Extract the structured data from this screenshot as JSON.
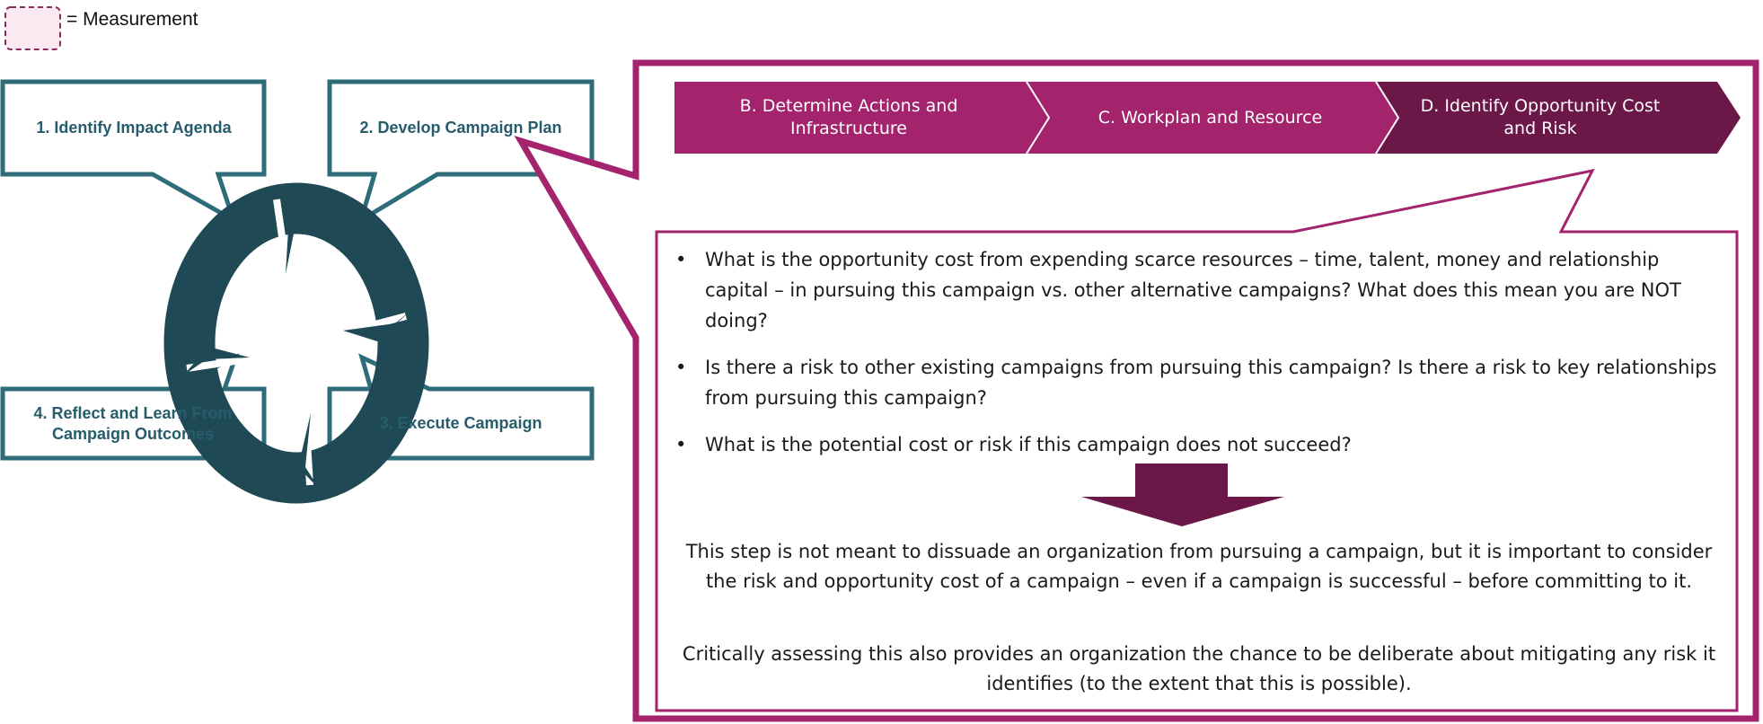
{
  "legend": {
    "label": "= Measurement"
  },
  "cycle": {
    "steps": [
      {
        "label": "1. Identify Impact Agenda"
      },
      {
        "label": "2. Develop Campaign Plan"
      },
      {
        "label": "3. Execute Campaign"
      },
      {
        "label": "4. Reflect and Learn From Campaign Outcomes"
      }
    ]
  },
  "chevrons": [
    {
      "label": "B. Determine Actions and Infrastructure"
    },
    {
      "label": "C. Workplan and Resource"
    },
    {
      "label": "D. Identify Opportunity Cost and Risk"
    }
  ],
  "bullets": [
    "What is the opportunity cost from expending scarce resources – time, talent, money and relationship capital – in pursuing this campaign vs. other alternative campaigns? What does this mean you are NOT doing?",
    "Is there a risk to other existing campaigns from pursuing this campaign? Is there a risk to key relationships from pursuing this campaign?",
    "What is the potential cost or risk if this campaign does not succeed?"
  ],
  "bullet_marker": "•",
  "conclusion": [
    "This step is not meant to dissuade an organization from pursuing a campaign, but it is important to consider the risk and opportunity cost of a campaign – even if a campaign is successful – before committing to it.",
    "Critically assessing this also provides an organization the chance to be deliberate about mitigating any risk it identifies (to the extent that this is possible)."
  ],
  "colors": {
    "teal": "#1f4a55",
    "teal_border": "#2f6c7a",
    "magenta": "#a3236c",
    "dark_magenta": "#6b1747",
    "legend_fill": "#fbe9f2"
  }
}
